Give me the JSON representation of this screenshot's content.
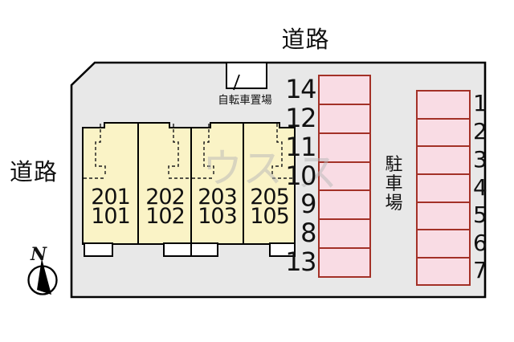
{
  "roads": {
    "top_label": "道路",
    "left_label": "道路"
  },
  "bicycle_parking": {
    "label": "自転車置場"
  },
  "parking_lot": {
    "label": "駐車場",
    "left_column_spaces": [
      "14",
      "12",
      "11",
      "10",
      "9",
      "8",
      "13"
    ],
    "right_column_spaces": [
      "1",
      "2",
      "3",
      "4",
      "5",
      "6",
      "7"
    ]
  },
  "building": {
    "units": [
      {
        "upper": "201",
        "lower": "101"
      },
      {
        "upper": "202",
        "lower": "102"
      },
      {
        "upper": "203",
        "lower": "103"
      },
      {
        "upper": "205",
        "lower": "105"
      }
    ]
  },
  "compass": {
    "north_label": "N"
  },
  "watermark": {
    "fragments": [
      "ウ",
      "ス",
      "ス"
    ]
  },
  "colors": {
    "site_fill": "#e8e8e8",
    "building_fill": "#faf3c6",
    "parking_space_fill": "#f9dce4",
    "parking_border": "#a33127",
    "outline": "#000000",
    "surface_white": "#ffffff",
    "text": "#111111",
    "watermark": "#b7b7b7"
  }
}
